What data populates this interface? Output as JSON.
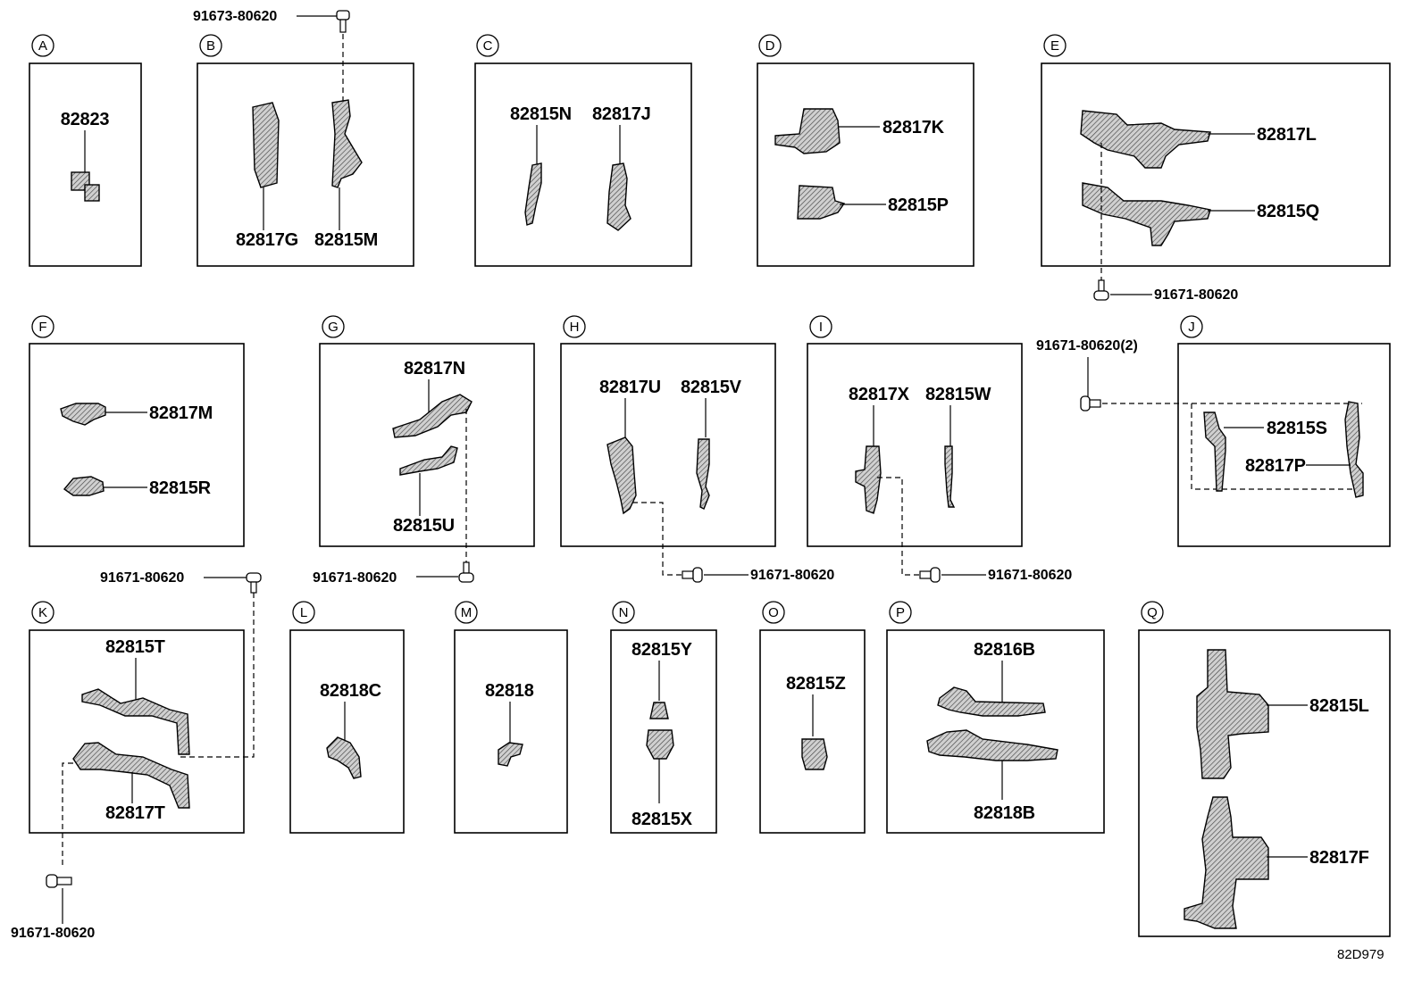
{
  "sections": [
    "A",
    "B",
    "C",
    "D",
    "E",
    "F",
    "G",
    "H",
    "I",
    "J",
    "K",
    "L",
    "M",
    "N",
    "O",
    "P",
    "Q"
  ],
  "parts": {
    "A": [
      "82823"
    ],
    "B": [
      "82817G",
      "82815M"
    ],
    "C": [
      "82815N",
      "82817J"
    ],
    "D": [
      "82817K",
      "82815P"
    ],
    "E": [
      "82817L",
      "82815Q"
    ],
    "F": [
      "82817M",
      "82815R"
    ],
    "G": [
      "82817N",
      "82815U"
    ],
    "H": [
      "82817U",
      "82815V"
    ],
    "I": [
      "82817X",
      "82815W"
    ],
    "J": [
      "82815S",
      "82817P"
    ],
    "K": [
      "82815T",
      "82817T"
    ],
    "L": [
      "82818C"
    ],
    "M": [
      "82818"
    ],
    "N": [
      "82815Y",
      "82815X"
    ],
    "O": [
      "82815Z"
    ],
    "P": [
      "82816B",
      "82818B"
    ],
    "Q": [
      "82815L",
      "82817F"
    ]
  },
  "bolts": {
    "b": "91673-80620",
    "e": "91671-80620",
    "j": "91671-80620(2)",
    "k_top": "91671-80620",
    "k_bottom": "91671-80620",
    "g": "91671-80620",
    "h": "91671-80620",
    "i": "91671-80620"
  },
  "diagram_id": "82D979"
}
